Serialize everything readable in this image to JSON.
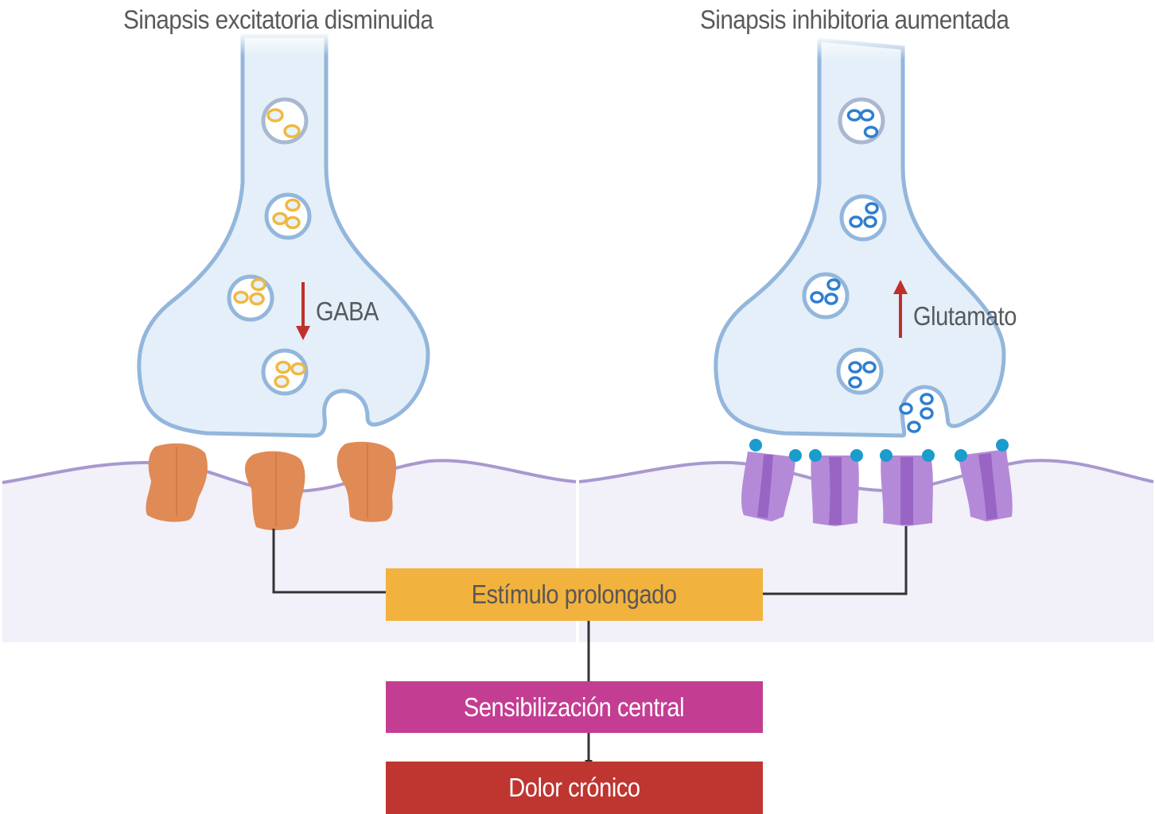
{
  "titles": {
    "left": "Sinapsis excitatoria disminuida",
    "right": "Sinapsis inhibitoria aumentada"
  },
  "left_synapse": {
    "neurotransmitter_label": "GABA",
    "change": "decrease",
    "arrow_direction": "down",
    "vesicle_count": 4,
    "receptor_count": 3,
    "vesicle_color": "#f0b840",
    "receptor_color": "#e08a55"
  },
  "right_synapse": {
    "neurotransmitter_label": "Glutamato",
    "change": "increase",
    "arrow_direction": "up",
    "vesicle_count": 4,
    "receptor_count": 4,
    "vesicle_color": "#2f7fcf",
    "receptor_color": "#b48ad8",
    "receptor_head_color": "#1a9ccc"
  },
  "flow": {
    "steps": [
      {
        "label": "Estímulo prolongado",
        "color": "#f2b23e"
      },
      {
        "label": "Sensibilización central",
        "color": "#c33e92"
      },
      {
        "label": "Dolor crónico",
        "color": "#bf3530"
      }
    ]
  },
  "colors": {
    "terminal_fill": "#e4eff9",
    "terminal_stroke": "#93b6dc",
    "membrane": "#a898cf",
    "postsynaptic_bg": "#f2f0f8",
    "arrow_red": "#c0302b",
    "connector": "#333333"
  }
}
